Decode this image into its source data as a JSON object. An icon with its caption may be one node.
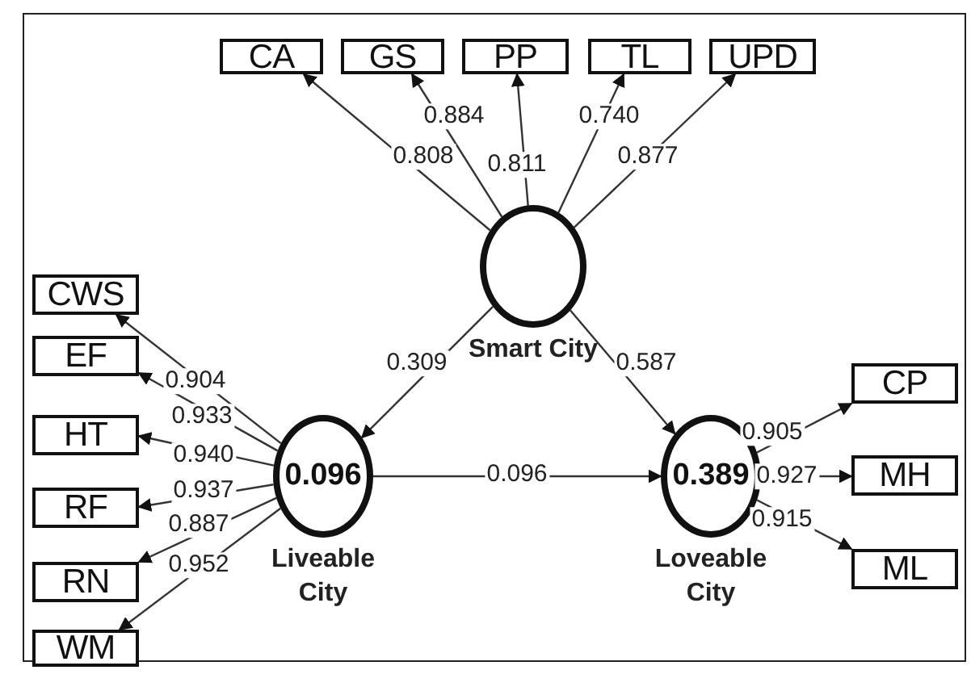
{
  "diagram": {
    "nodes": [
      {
        "text": [
          "CA"
        ]
      },
      {
        "text": [
          "GS"
        ]
      },
      {
        "text": [
          "PP"
        ]
      },
      {
        "text": [
          "TL"
        ]
      },
      {
        "text": [
          "UPD"
        ]
      },
      {
        "text": [
          "Smart City"
        ]
      },
      {
        "text": [
          "CWS"
        ]
      },
      {
        "text": [
          "EF"
        ]
      },
      {
        "text": [
          "HT"
        ]
      },
      {
        "text": [
          "RF"
        ]
      },
      {
        "text": [
          "RN"
        ]
      },
      {
        "text": [
          "WM"
        ]
      },
      {
        "text": [
          "0.096",
          "Liveable City"
        ]
      },
      {
        "text": [
          "0.389",
          "Loveable City"
        ]
      },
      {
        "text": [
          "CP"
        ]
      },
      {
        "text": [
          "MH"
        ]
      },
      {
        "text": [
          "ML"
        ]
      }
    ],
    "edges": [
      {
        "from": 5,
        "to": 0,
        "arrow": "to",
        "label": "0.808"
      },
      {
        "from": 5,
        "to": 1,
        "arrow": "to",
        "label": "0.884"
      },
      {
        "from": 5,
        "to": 2,
        "arrow": "to",
        "label": "0.811"
      },
      {
        "from": 5,
        "to": 3,
        "arrow": "to",
        "label": "0.740"
      },
      {
        "from": 5,
        "to": 4,
        "arrow": "to",
        "label": "0.877"
      },
      {
        "from": 5,
        "to": 12,
        "arrow": "to",
        "label": "0.309"
      },
      {
        "from": 5,
        "to": 13,
        "arrow": "to",
        "label": "0.587"
      },
      {
        "from": 12,
        "to": 6,
        "arrow": "to",
        "label": "0.904"
      },
      {
        "from": 12,
        "to": 7,
        "arrow": "to",
        "label": "0.933"
      },
      {
        "from": 12,
        "to": 8,
        "arrow": "to",
        "label": "0.940"
      },
      {
        "from": 12,
        "to": 9,
        "arrow": "to",
        "label": "0.937"
      },
      {
        "from": 12,
        "to": 10,
        "arrow": "to",
        "label": "0.887"
      },
      {
        "from": 12,
        "to": 11,
        "arrow": "to",
        "label": "0.952"
      },
      {
        "from": 12,
        "to": 13,
        "arrow": "to",
        "label": "0.096"
      },
      {
        "from": 13,
        "to": 14,
        "arrow": "to",
        "label": "0.905"
      },
      {
        "from": 13,
        "to": 15,
        "arrow": "to",
        "label": "0.927"
      },
      {
        "from": 13,
        "to": 16,
        "arrow": "to",
        "label": "0.915"
      }
    ]
  }
}
